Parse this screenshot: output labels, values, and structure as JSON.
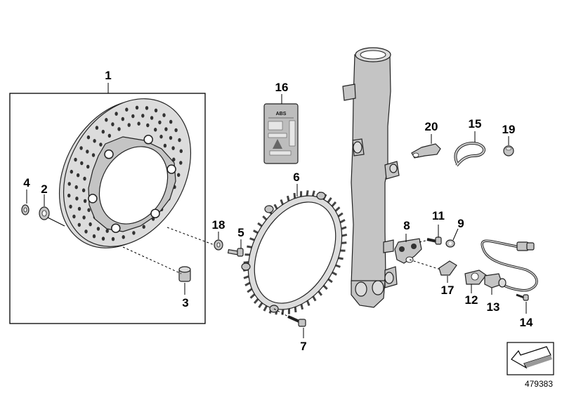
{
  "callouts": {
    "c1": "1",
    "c2": "2",
    "c3": "3",
    "c4": "4",
    "c5": "5",
    "c6": "6",
    "c7": "7",
    "c8": "8",
    "c9": "9",
    "c11": "11",
    "c12": "12",
    "c13": "13",
    "c14": "14",
    "c15": "15",
    "c16": "16",
    "c17": "17",
    "c18": "18",
    "c19": "19",
    "c20": "20"
  },
  "reference_number": "479383",
  "label": {
    "abs": "ABS"
  },
  "colors": {
    "part": "#c4c4c4",
    "outline": "#222222"
  }
}
